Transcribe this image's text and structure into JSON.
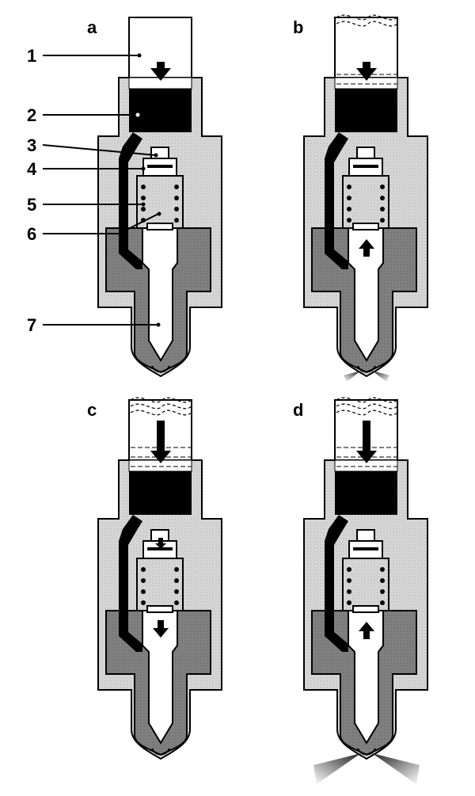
{
  "panels": [
    {
      "letter": "a",
      "inner_arrow": "none",
      "big_arrow": "short",
      "spray": "none"
    },
    {
      "letter": "b",
      "inner_arrow": "up",
      "big_arrow": "short",
      "spray": "small"
    },
    {
      "letter": "c",
      "inner_arrow": "down",
      "big_arrow": "long",
      "spray": "none"
    },
    {
      "letter": "d",
      "inner_arrow": "up",
      "big_arrow": "long",
      "spray": "large"
    }
  ],
  "callouts": [
    "1",
    "2",
    "3",
    "4",
    "5",
    "6",
    "7"
  ],
  "colors": {
    "body": "#d4d4d4",
    "chamber": "#7a7a7a",
    "fuel": "#000000",
    "piston": "#ffffff",
    "outline": "#000000"
  }
}
